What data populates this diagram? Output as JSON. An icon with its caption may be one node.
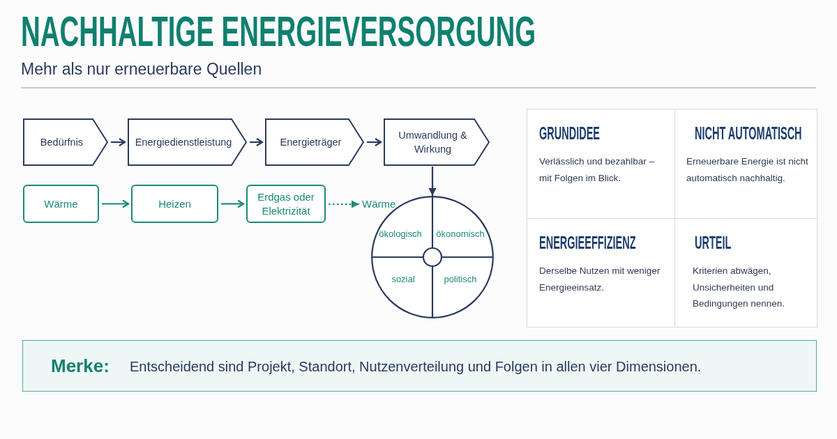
{
  "diagram": {
    "title": "NACHHALTIGE ENERGIEVERSORGUNG",
    "nodes": [
      {
        "text": [
          "Bedürfnis"
        ]
      },
      {
        "text": [
          "Energiedienstleistung"
        ]
      },
      {
        "text": [
          "Energieträger"
        ]
      },
      {
        "text": [
          "Umwandlung & Wirkung"
        ]
      },
      {
        "text": [
          "Wärme"
        ]
      },
      {
        "text": [
          "Heizen"
        ]
      },
      {
        "text": [
          "Erdgas oder Elektrizität"
        ]
      },
      {
        "text": [
          "Wärme"
        ]
      },
      {
        "text": [],
        "shape": "circle"
      },
      {
        "text": [
          "ökologisch"
        ],
        "in": 8
      },
      {
        "text": [
          "ökonomisch"
        ],
        "in": 8
      },
      {
        "text": [
          "sozial"
        ],
        "in": 8
      },
      {
        "text": [
          "politisch"
        ],
        "in": 8
      },
      {
        "text": [
          "GRUNDIDEE",
          "Verlässlich und bezahlbar – mit Folgen im Blick."
        ]
      },
      {
        "text": [
          "NICHT AUTOMATISCH",
          "Erneuerbare Energie ist nicht automatisch nachhaltig."
        ]
      },
      {
        "text": [
          "ENERGIEEFFIZIENZ",
          "Derselbe Nutzen mit weniger Energieeinsatz."
        ]
      },
      {
        "text": [
          "URTEIL",
          "Kriterien abwägen, Unsicherheiten und Bedingungen nennen."
        ]
      },
      {
        "text": [
          "Merke:",
          "Entscheidend sind Projekt, Standort, Nutzenverteilung und Folgen in allen vier Dimensionen."
        ]
      }
    ],
    "edges": [
      {
        "from": 0,
        "to": 1,
        "arrow": "to"
      },
      {
        "from": 1,
        "to": 2,
        "arrow": "to"
      },
      {
        "from": 2,
        "to": 3,
        "arrow": "to"
      },
      {
        "from": 4,
        "to": 5,
        "arrow": "to",
        "color": "#1a8a76"
      },
      {
        "from": 5,
        "to": 6,
        "arrow": "to",
        "color": "#1a8a76"
      },
      {
        "from": 6,
        "to": 7,
        "arrow": "to",
        "style": "dashed",
        "color": "#1a8a76"
      },
      {
        "from": 3,
        "to": 8,
        "arrow": "to"
      }
    ],
    "labels": [
      "Mehr als nur erneuerbare Quellen"
    ]
  }
}
